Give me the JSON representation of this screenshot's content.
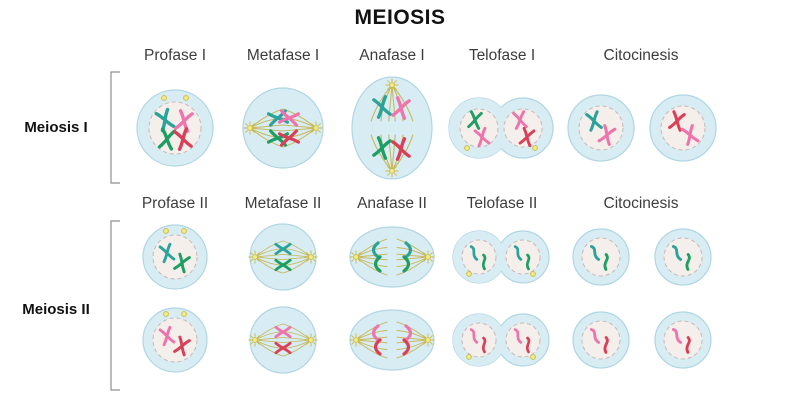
{
  "title": "MEIOSIS",
  "meiosis1": {
    "label": "Meiosis I",
    "phases": [
      "Profase I",
      "Metafase I",
      "Anafase I",
      "Telofase I",
      "Citocinesis"
    ]
  },
  "meiosis2": {
    "label": "Meiosis II",
    "phases": [
      "Profase II",
      "Metafase II",
      "Anafase II",
      "Telofase II",
      "Citocinesis"
    ]
  },
  "colors": {
    "cell_fill": "#d7ecf3",
    "cell_stroke": "#b0d6e2",
    "nucleus_fill": "#f5efec",
    "nucleus_stroke": "#c9b9b4",
    "spindle_fiber": "#c6b44f",
    "centrosome": "#f4ea86",
    "chromosome_teal": "#2ba39b",
    "chromosome_green": "#1f9e63",
    "chromosome_pink": "#ef74ab",
    "chromosome_red": "#d94057"
  }
}
